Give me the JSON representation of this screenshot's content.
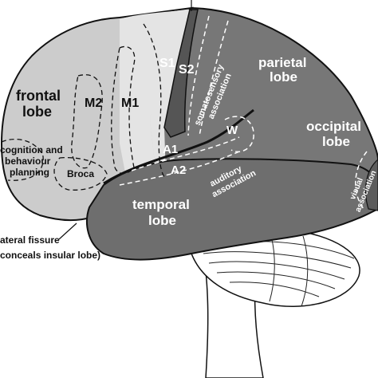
{
  "labels": {
    "frontal_line1": "frontal",
    "frontal_line2": "lobe",
    "cognition_line1": "cognition and",
    "cognition_line2": "behaviour",
    "cognition_line3": "planning",
    "broca": "Broca",
    "m2": "M2",
    "m1": "M1",
    "s1": "S1",
    "s2": "S2",
    "somato_line1": "somatosensory",
    "somato_line2": "association",
    "parietal_line1": "parietal",
    "parietal_line2": "lobe",
    "occipital_line1": "occipital",
    "occipital_line2": "lobe",
    "visual_line1": "visual",
    "visual_line2": "association",
    "w": "W",
    "a1": "A1",
    "a2": "A2",
    "auditory_line1": "auditory",
    "auditory_line2": "association",
    "temporal_line1": "temporal",
    "temporal_line2": "lobe",
    "lateral_line1": "ateral fissure",
    "lateral_line2": "conceals insular lobe)"
  },
  "colors": {
    "frontal": "#cccccc",
    "motor": "#e4e4e4",
    "sensory_strip": "#555555",
    "parietal": "#777777",
    "temporal": "#6e6e6e",
    "cerebellum": "#ffffff",
    "outline": "#111111"
  }
}
